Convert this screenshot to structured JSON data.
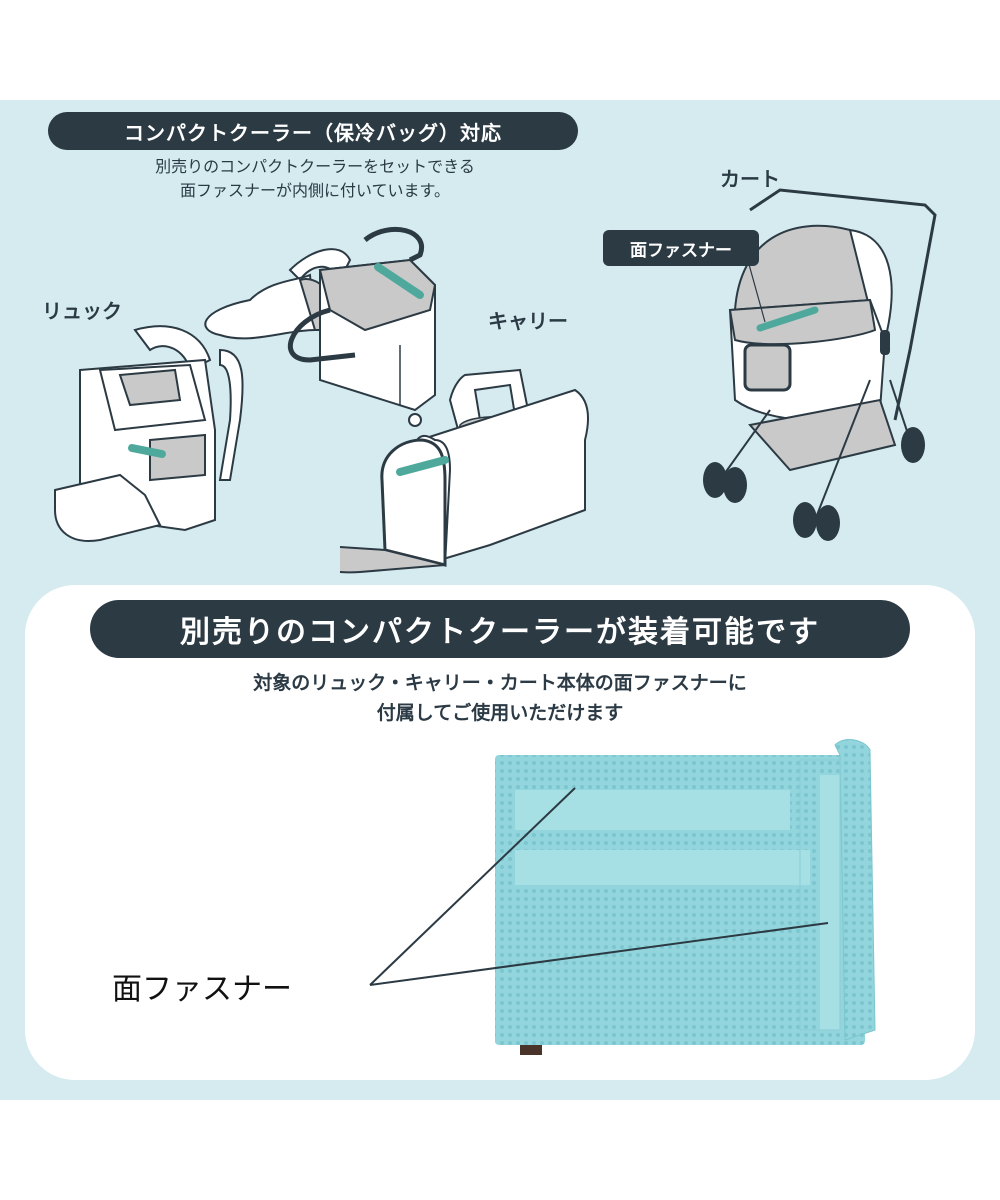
{
  "top_section": {
    "header": "コンパクトクーラー（保冷バッグ）対応",
    "description_line1": "別売りのコンパクトクーラーをセットできる",
    "description_line2": "面ファスナーが内側に付いています。",
    "labels": {
      "backpack": "リュック",
      "carrier": "キャリー",
      "cart": "カート"
    },
    "cart_callout": "面ファスナー"
  },
  "bottom_section": {
    "header": "別売りのコンパクトクーラーが装着可能です",
    "description_line1": "対象のリュック・キャリー・カート本体の面ファスナーに",
    "description_line2": "付属してご使用いただけます",
    "fastener_label": "面ファスナー"
  },
  "colors": {
    "background_band": "#d5ebf0",
    "panel": "#ffffff",
    "pill": "#2c3a44",
    "accent_teal": "#4fa89c",
    "cooler_mesh": "#8fd3da",
    "illustration_gray": "#c9c9c9"
  }
}
